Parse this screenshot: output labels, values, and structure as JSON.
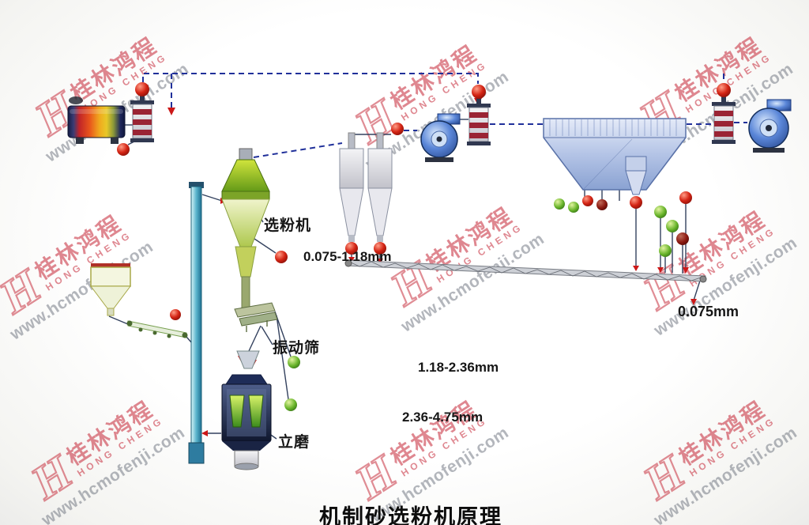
{
  "title": "机制砂选粉机原理",
  "watermark": {
    "logo_letter": "H",
    "brand_cn": "桂林鸿程",
    "brand_en": "HONG CHENG",
    "url": "www.hcmofenji.com"
  },
  "labels": {
    "classifier": "选粉机",
    "vibrating_screen": "振动筛",
    "vertical_mill": "立磨",
    "size_fine_range": "0.075-1.18mm",
    "size_mid_range": "1.18-2.36mm",
    "size_coarse_range": "2.36-4.75mm",
    "size_fine": "0.075mm"
  },
  "colors": {
    "brand_red": "#c42434",
    "pipe_blue": "#20309a",
    "equipment_green": "#a8c832",
    "fan_blue": "#3a66c0",
    "hopper_blue": "#aec0e2",
    "ball_red": "#d42414",
    "ball_green": "#68b42a"
  }
}
